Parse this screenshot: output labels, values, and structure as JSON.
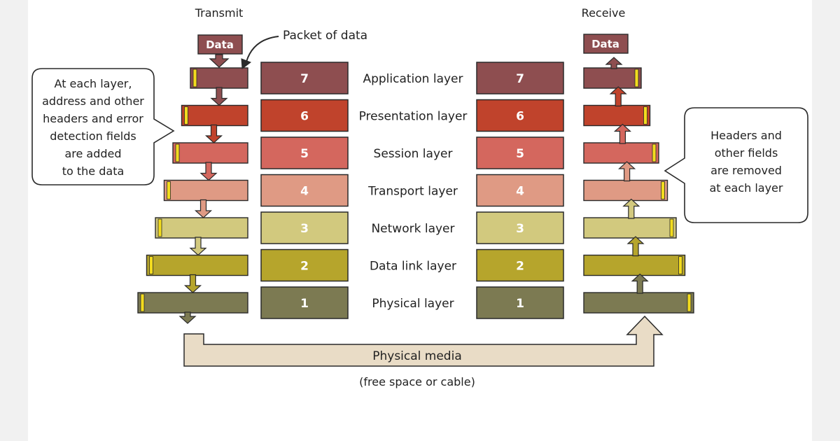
{
  "header": {
    "transmit": "Transmit",
    "receive": "Receive",
    "data_tag": "Data",
    "packet_label": "Packet of data"
  },
  "callouts": {
    "left": [
      "At each layer,",
      "address and other",
      "headers and error",
      "detection fields",
      "are added",
      "to the data"
    ],
    "right": [
      "Headers and",
      "other fields",
      "are removed",
      "at each layer"
    ]
  },
  "layers": [
    {
      "number": "7",
      "name": "Application layer",
      "color": "#8e4e50"
    },
    {
      "number": "6",
      "name": "Presentation layer",
      "color": "#c0432c"
    },
    {
      "number": "5",
      "name": "Session layer",
      "color": "#d4675e"
    },
    {
      "number": "4",
      "name": "Transport layer",
      "color": "#df9a84"
    },
    {
      "number": "3",
      "name": "Network layer",
      "color": "#d2c97e"
    },
    {
      "number": "2",
      "name": "Data link layer",
      "color": "#b6a52c"
    },
    {
      "number": "1",
      "name": "Physical layer",
      "color": "#7c7a52"
    }
  ],
  "media": {
    "label": "Physical media",
    "sublabel": "(free space or cable)",
    "color": "#e9dcc6"
  },
  "colors": {
    "header_stripe": "#f3dc1e",
    "outline": "#2a2a2a"
  }
}
